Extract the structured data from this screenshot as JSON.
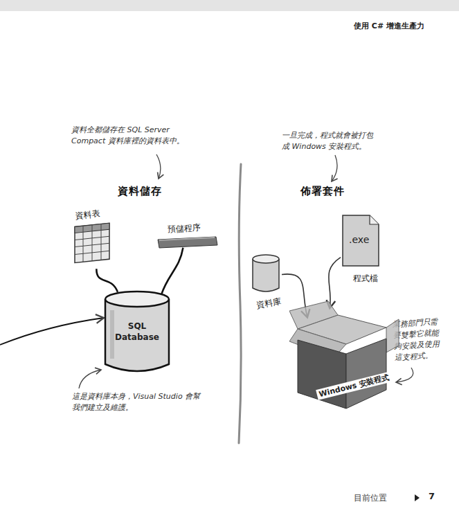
{
  "diagram": {
    "nodes": [
      {
        "text": [
          "資料表"
        ]
      },
      {
        "text": [
          "預儲程序"
        ]
      },
      {
        "text": [
          "SQL Database"
        ]
      },
      {
        "text": [
          ".exe",
          "程式檔"
        ]
      },
      {
        "text": [
          "資料庫"
        ]
      },
      {
        "text": [
          "Windows 安裝程式"
        ]
      }
    ],
    "edges": [
      {
        "from": 0,
        "to": 2,
        "arrow": "none"
      },
      {
        "from": 1,
        "to": 2,
        "arrow": "none"
      },
      {
        "from": 4,
        "to": 5,
        "arrow": "to"
      },
      {
        "from": 3,
        "to": 5,
        "arrow": "to"
      }
    ],
    "labels": [
      "使用 C# 增進生產力",
      "資料全都儲存在 SQL Server Compact 資料庫裡的資料表中。",
      "一旦完成，程式就會被打包成 Windows 安裝程式。",
      "資料儲存",
      "佈署套件",
      "這是資料庫本身，Visual Studio 會幫我們建立及維護。",
      "業務部門只需要雙擊它就能夠安裝及使用這支程式。",
      "目前位置",
      "7"
    ]
  }
}
